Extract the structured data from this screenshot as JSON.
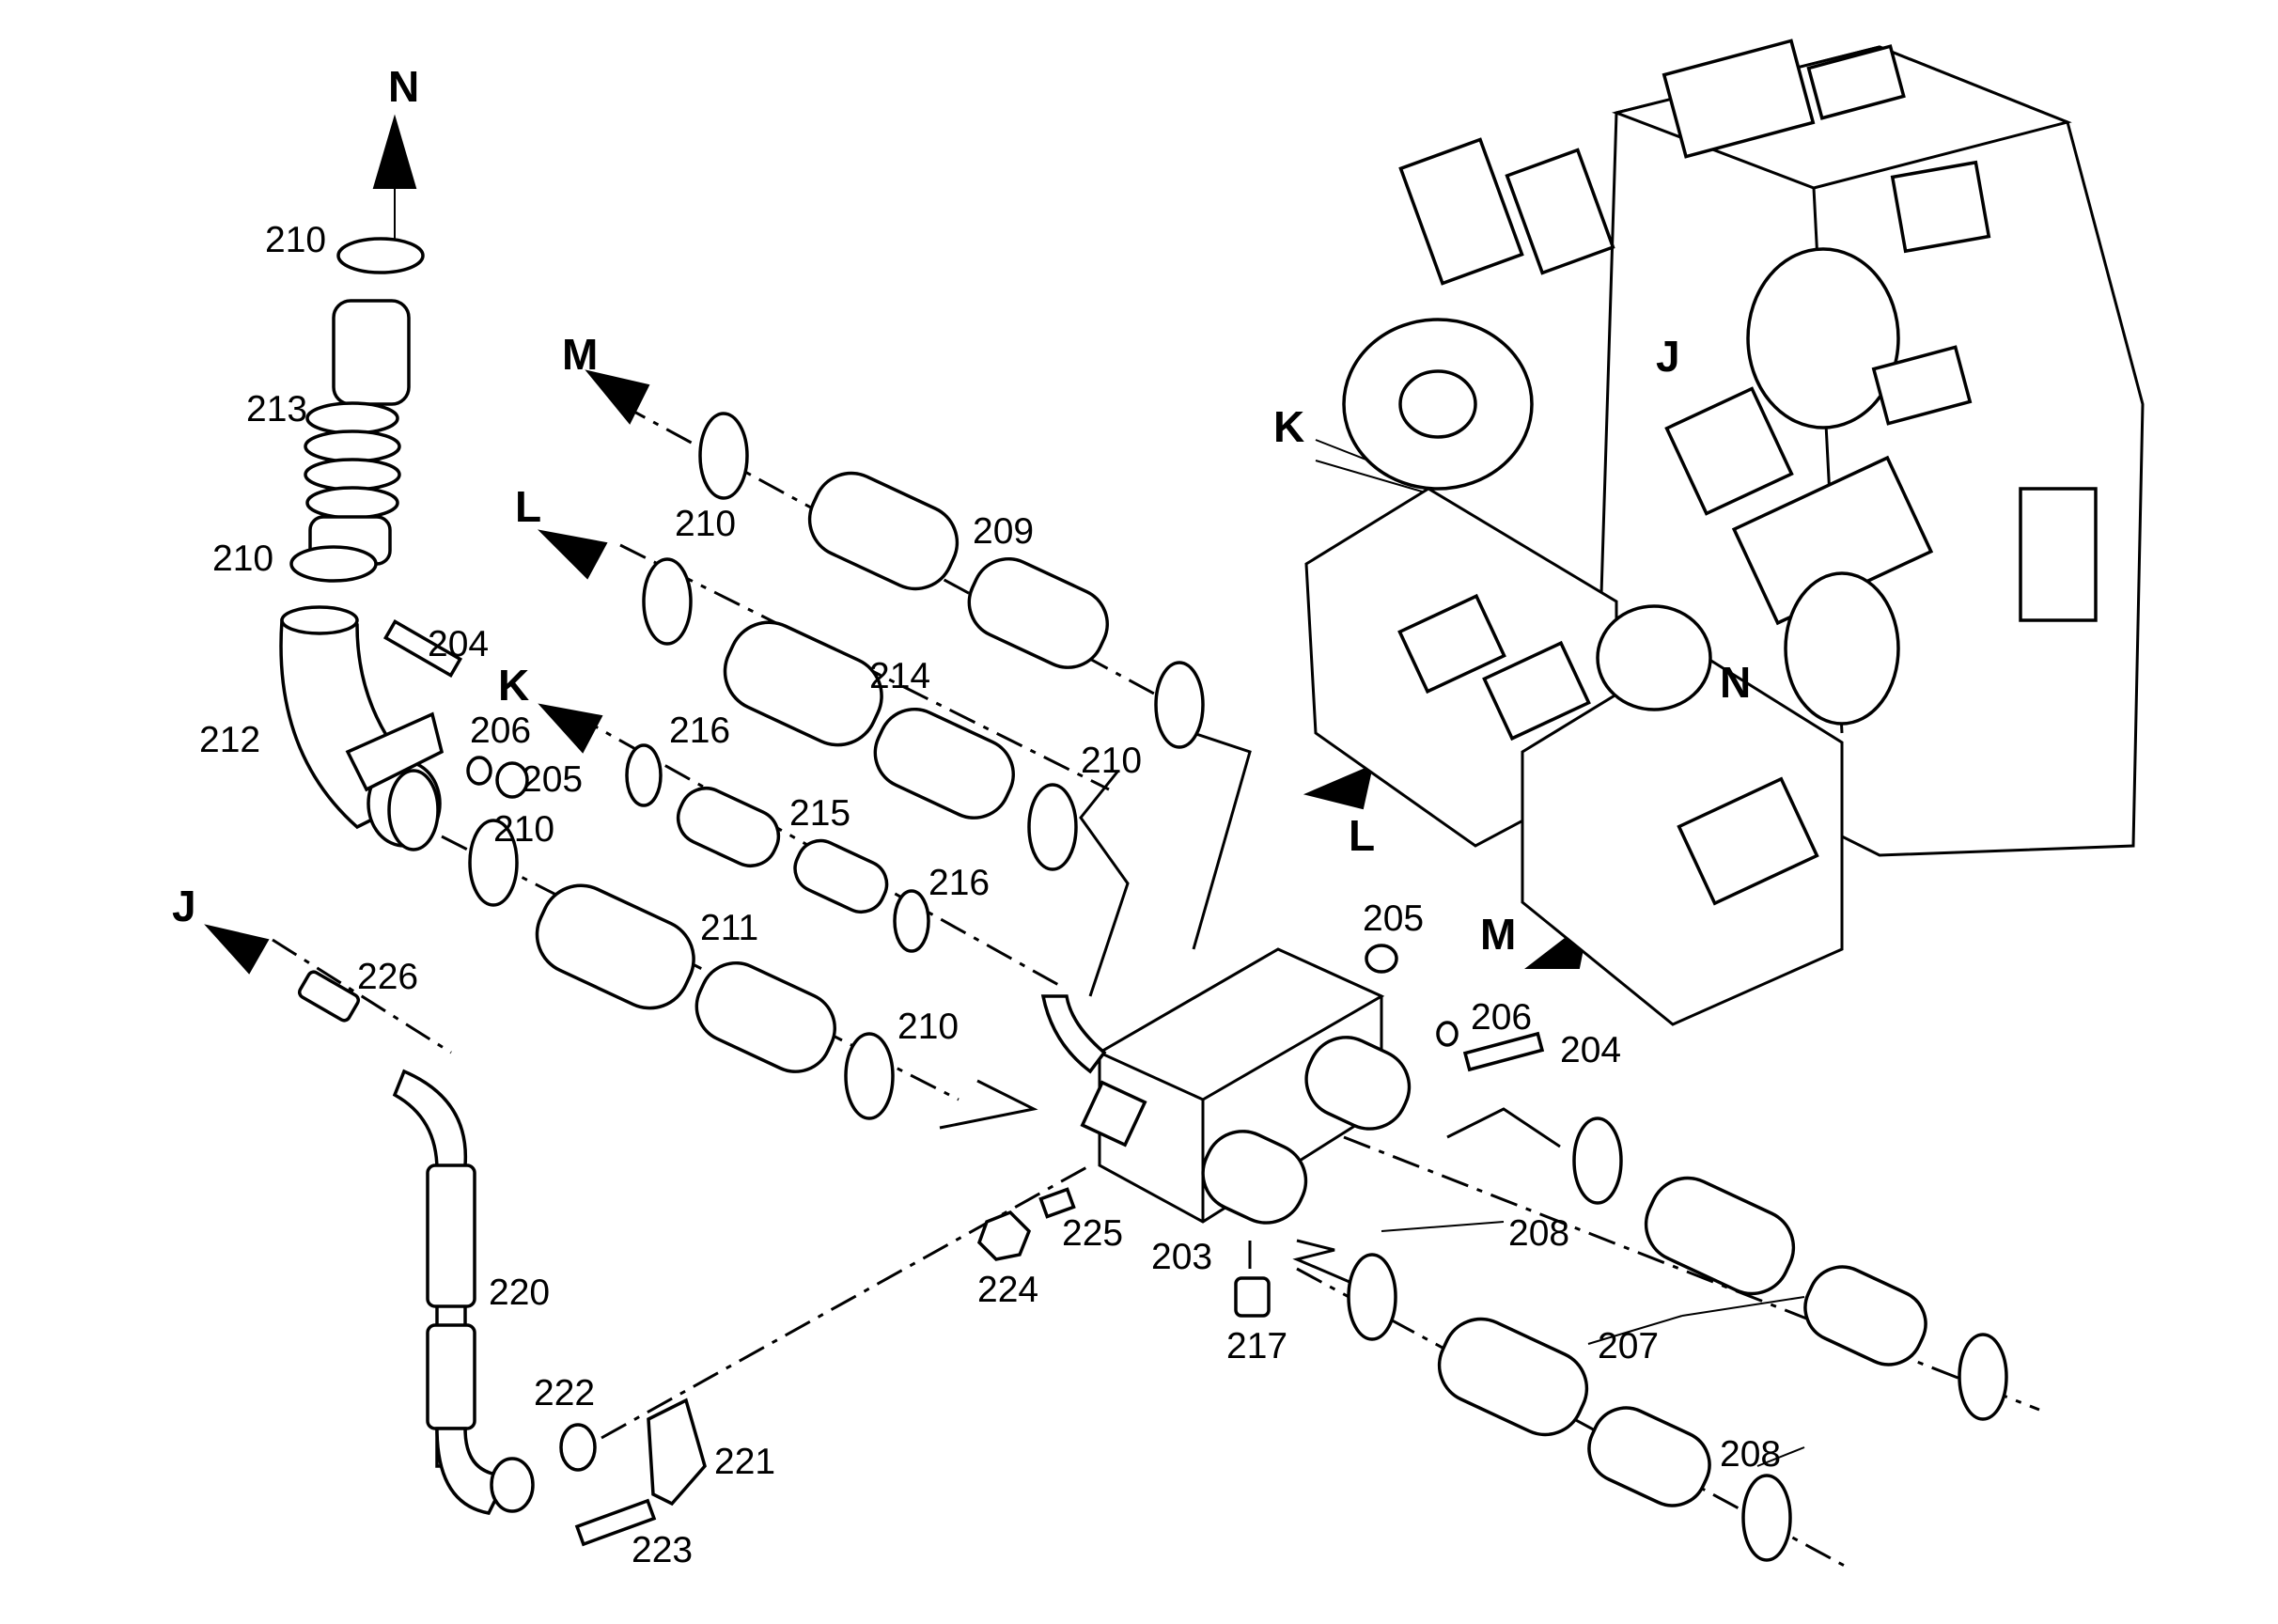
{
  "callouts": [
    {
      "id": "c210a",
      "text": "210"
    },
    {
      "id": "c213",
      "text": "213"
    },
    {
      "id": "c210b",
      "text": "210"
    },
    {
      "id": "c212",
      "text": "212"
    },
    {
      "id": "c204a",
      "text": "204"
    },
    {
      "id": "c206a",
      "text": "206"
    },
    {
      "id": "c205a",
      "text": "205"
    },
    {
      "id": "c210c",
      "text": "210"
    },
    {
      "id": "c209",
      "text": "209"
    },
    {
      "id": "c214",
      "text": "214"
    },
    {
      "id": "c216a",
      "text": "216"
    },
    {
      "id": "c215",
      "text": "215"
    },
    {
      "id": "c210d",
      "text": "210"
    },
    {
      "id": "c210e",
      "text": "210"
    },
    {
      "id": "c216b",
      "text": "216"
    },
    {
      "id": "c211",
      "text": "211"
    },
    {
      "id": "c210f",
      "text": "210"
    },
    {
      "id": "c226",
      "text": "226"
    },
    {
      "id": "c205b",
      "text": "205"
    },
    {
      "id": "c206b",
      "text": "206"
    },
    {
      "id": "c204b",
      "text": "204"
    },
    {
      "id": "c225",
      "text": "225"
    },
    {
      "id": "c224",
      "text": "224"
    },
    {
      "id": "c203",
      "text": "203"
    },
    {
      "id": "c208a",
      "text": "208"
    },
    {
      "id": "c217",
      "text": "217"
    },
    {
      "id": "c220",
      "text": "220"
    },
    {
      "id": "c207",
      "text": "207"
    },
    {
      "id": "c222",
      "text": "222"
    },
    {
      "id": "c221",
      "text": "221"
    },
    {
      "id": "c208b",
      "text": "208"
    },
    {
      "id": "c223",
      "text": "223"
    }
  ],
  "directions": [
    {
      "id": "dN1",
      "text": "N"
    },
    {
      "id": "dM1",
      "text": "M"
    },
    {
      "id": "dL1",
      "text": "L"
    },
    {
      "id": "dK1",
      "text": "K"
    },
    {
      "id": "dJ1",
      "text": "J"
    },
    {
      "id": "dJ2",
      "text": "J"
    },
    {
      "id": "dK2",
      "text": "K"
    },
    {
      "id": "dN2",
      "text": "N"
    },
    {
      "id": "dL2",
      "text": "L"
    },
    {
      "id": "dM2",
      "text": "M"
    }
  ]
}
